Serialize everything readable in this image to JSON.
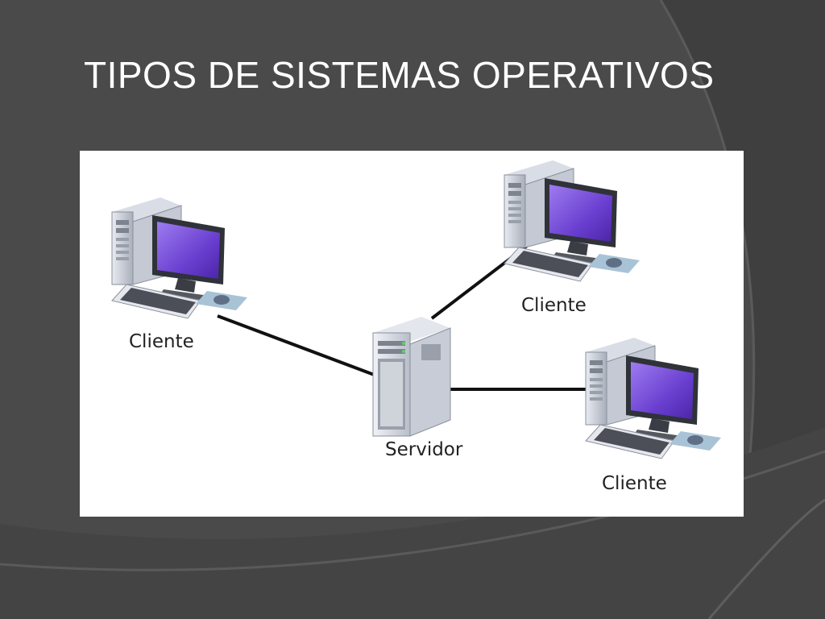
{
  "slide": {
    "title": "TIPOS DE SISTEMAS OPERATIVOS"
  },
  "diagram": {
    "server": {
      "label": "Servidor",
      "icon": "server-tower-icon"
    },
    "clients": [
      {
        "label": "Cliente",
        "icon": "desktop-computer-icon"
      },
      {
        "label": "Cliente",
        "icon": "desktop-computer-icon"
      },
      {
        "label": "Cliente",
        "icon": "desktop-computer-icon"
      }
    ],
    "connections": [
      "server-to-client-1",
      "server-to-client-2",
      "server-to-client-3"
    ]
  },
  "colors": {
    "background": "#4a4a4a",
    "panel": "#ffffff",
    "screen": "#7b4fd6",
    "link": "#111111"
  }
}
